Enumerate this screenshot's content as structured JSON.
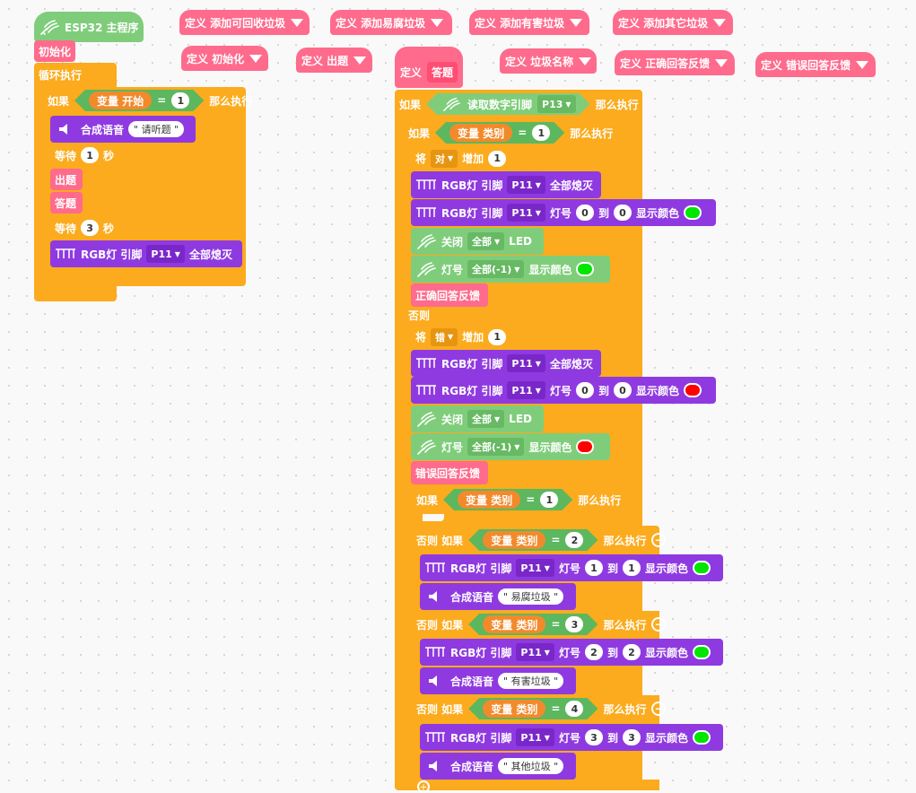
{
  "colors": {
    "orange": "#fbab1d",
    "purple": "#8f3ae0",
    "light_green": "#7fcd7b",
    "pink": "#fe6b8c",
    "var_orange": "#f28a2c",
    "green_light": "#00e600",
    "red_light": "#ff0000"
  },
  "icons": {
    "hat": "plug-hand-icon",
    "speech": "speaker-icon",
    "rgb": "rgb-led-strip-icon",
    "led": "plug-hand-icon"
  },
  "defs": {
    "recyclable": "定义 添加可回收垃圾",
    "perishable": "定义 添加易腐垃圾",
    "hazardous": "定义 添加有害垃圾",
    "other": "定义 添加其它垃圾",
    "init": "定义 初始化",
    "question": "定义 出题",
    "answer_prefix": "定义",
    "answer_name": "答题",
    "name": "定义 垃圾名称",
    "correct": "定义 正确回答反馈",
    "wrong": "定义 错误回答反馈"
  },
  "main": {
    "hat": "ESP32 主程序",
    "init_call": "初始化",
    "loop": "循环执行",
    "if": "如果",
    "then": "那么执行",
    "var": "变量",
    "var_start": "开始",
    "eq": "=",
    "one": "1",
    "speech": "合成语音",
    "speech_text": "\" 请听题 \"",
    "wait": "等待",
    "sec": "秒",
    "wait1": "1",
    "wait3": "3",
    "ask": "出题",
    "answer": "答题",
    "rgb": "RGB灯 引脚",
    "pin": "P11",
    "all_off": "全部熄灭"
  },
  "answer": {
    "if": "如果",
    "then": "那么执行",
    "read_pin": "读取数字引脚",
    "pin13": "P13",
    "var": "变量",
    "var_cat": "类别",
    "eq": "=",
    "v1": "1",
    "v2": "2",
    "v3": "3",
    "v4": "4",
    "v0": "0",
    "set": "将",
    "right": "对",
    "wrong": "错",
    "inc": "增加",
    "rgb": "RGB灯 引脚",
    "pin": "P11",
    "all_off": "全部熄灭",
    "lamp": "灯号",
    "to": "到",
    "show_color": "显示颜色",
    "close": "关闭",
    "all": "全部",
    "led": "LED",
    "lamp_all": "全部(-1)",
    "correct_call": "正确回答反馈",
    "wrong_call": "错误回答反馈",
    "else": "否则",
    "elseif": "否则 如果",
    "speech": "合成语音",
    "say_perishable": "\" 易腐垃圾 \"",
    "say_hazardous": "\" 有害垃圾 \"",
    "say_other": "\" 其他垃圾 \""
  }
}
